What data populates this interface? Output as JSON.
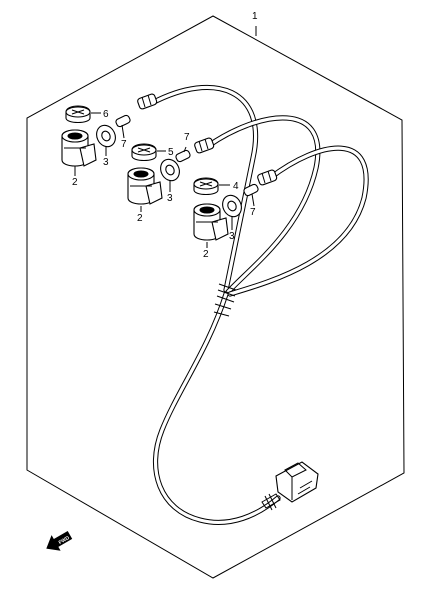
{
  "diagram": {
    "callouts": {
      "assembly": "1",
      "socket_a": "2",
      "socket_b": "2",
      "socket_c": "2",
      "grommet_a": "3",
      "grommet_b": "3",
      "grommet_c": "3",
      "cap_4": "4",
      "cap_5": "5",
      "cap_6": "6",
      "plug_a": "7",
      "plug_b": "7",
      "plug_c": "7"
    },
    "direction_marker": "FWD"
  }
}
